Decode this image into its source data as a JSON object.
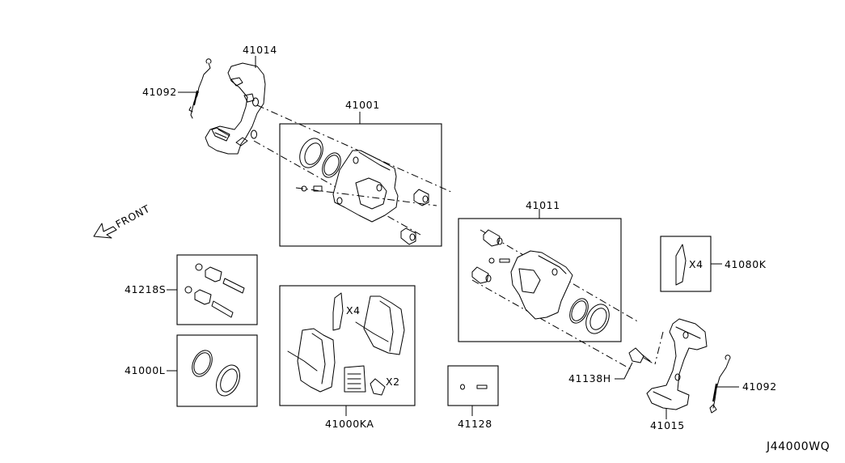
{
  "diagram": {
    "title": "Front Brake Caliper Assembly (exploded parts diagram)",
    "diagram_code": "J44000WQ",
    "direction_indicator": {
      "label": "FRONT",
      "icon": "arrow-down-left-icon"
    },
    "parts": [
      {
        "id": "41014",
        "label": "41014",
        "description": "Caliper support bracket (left)"
      },
      {
        "id": "41092_left",
        "label": "41092",
        "description": "Pad wear sensor (left)"
      },
      {
        "id": "41001",
        "label": "41001",
        "description": "Caliper body assembly (left)"
      },
      {
        "id": "41218S",
        "label": "41218S",
        "description": "Slide pin kit"
      },
      {
        "id": "41000L",
        "label": "41000L",
        "description": "Piston seal kit"
      },
      {
        "id": "41000KA",
        "label": "41000KA",
        "description": "Brake pad kit",
        "quantity_marks": [
          "X4",
          "X2"
        ]
      },
      {
        "id": "41128",
        "label": "41128",
        "description": "Bleeder screw kit"
      },
      {
        "id": "41011",
        "label": "41011",
        "description": "Caliper body assembly (right)"
      },
      {
        "id": "41080K",
        "label": "41080K",
        "description": "Pad shim / clip",
        "quantity_mark": "X4"
      },
      {
        "id": "41138H",
        "label": "41138H",
        "description": "Caliper bolt"
      },
      {
        "id": "41015",
        "label": "41015",
        "description": "Caliper support bracket (right)"
      },
      {
        "id": "41092_right",
        "label": "41092",
        "description": "Pad wear sensor (right)"
      }
    ],
    "line_color": "#000000",
    "background_color": "#ffffff"
  }
}
